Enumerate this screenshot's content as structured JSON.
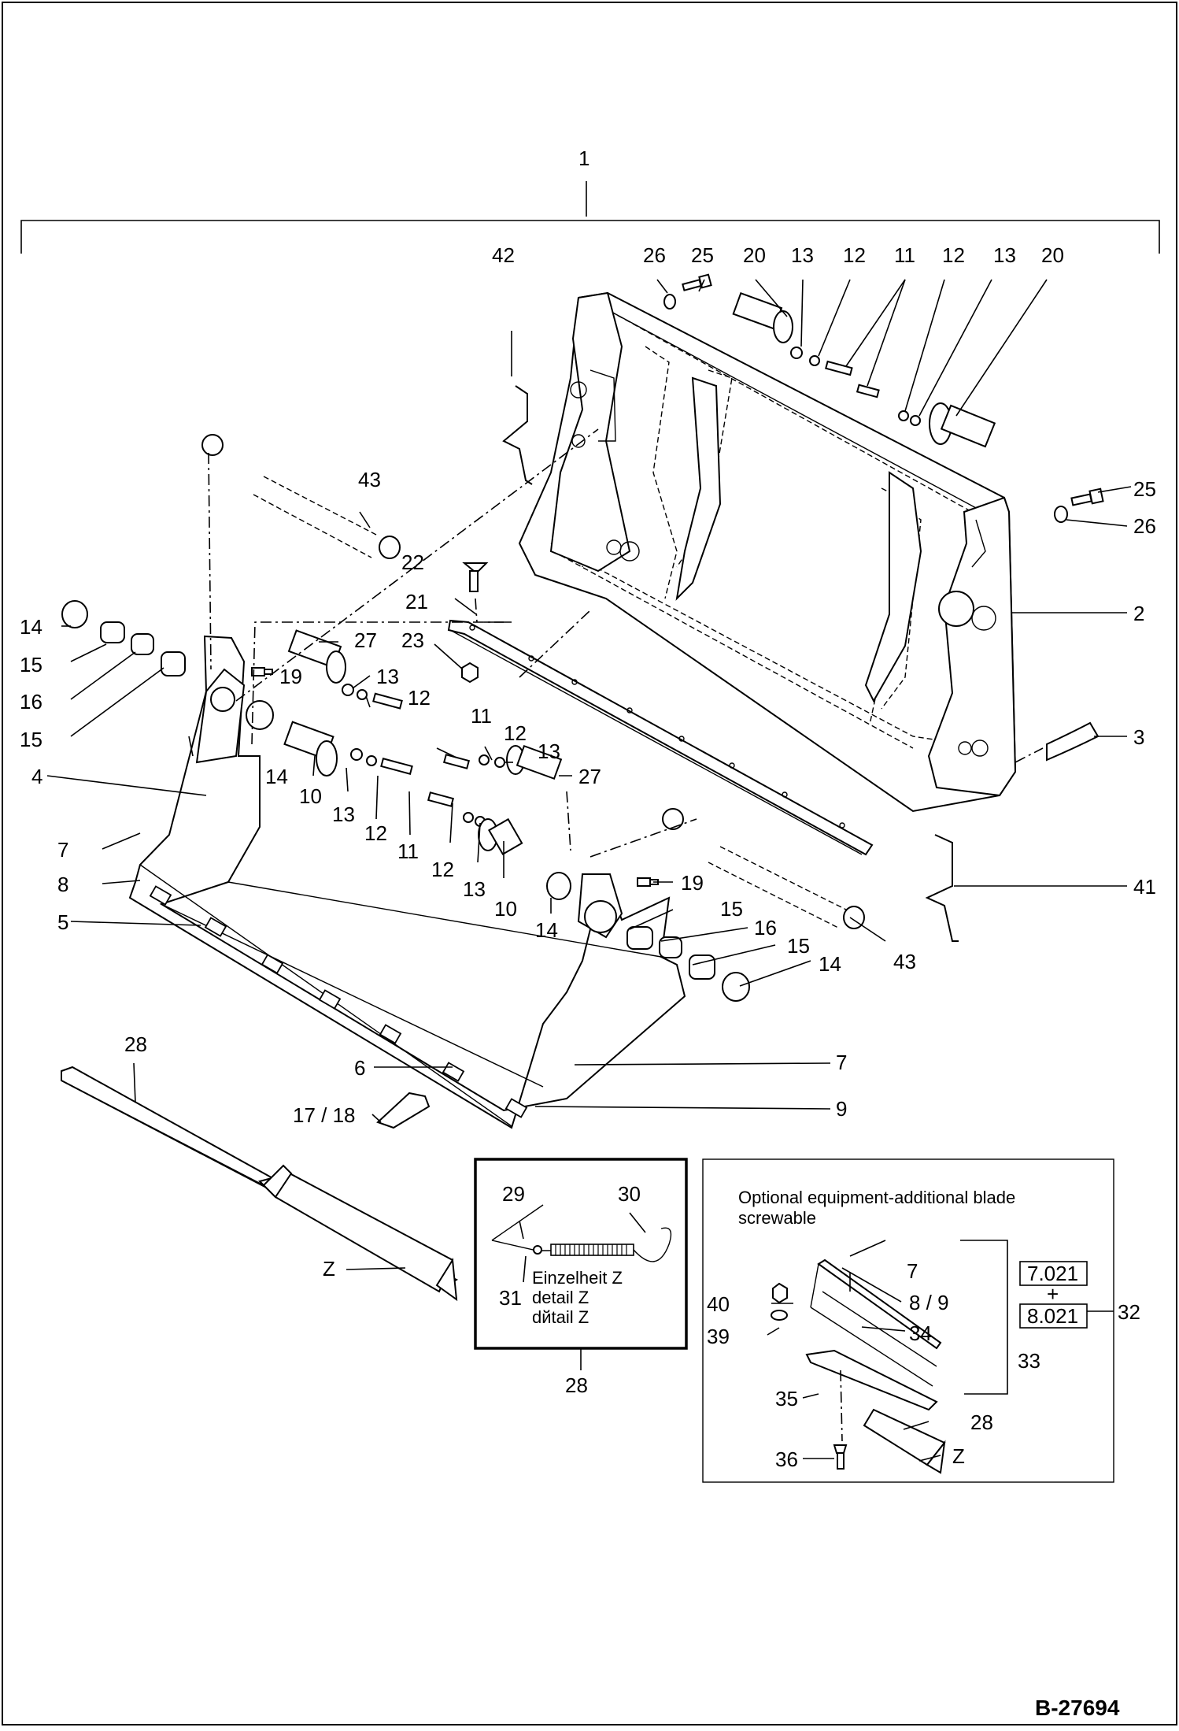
{
  "drawing": {
    "number": "B-27694",
    "callouts": {
      "c1": "1",
      "c42": "42",
      "c26a": "26",
      "c25a": "25",
      "c20a": "20",
      "c13a": "13",
      "c12a": "12",
      "c11a": "11",
      "c12b": "12",
      "c13b": "13",
      "c20b": "20",
      "c25b": "25",
      "c26b": "26",
      "c2": "2",
      "c3": "3",
      "c41": "41",
      "c43a": "43",
      "c43b": "43",
      "c22": "22",
      "c21": "21",
      "c23": "23",
      "c14a": "14",
      "c15a": "15",
      "c16a": "16",
      "c15b": "15",
      "c27a": "27",
      "c19a": "19",
      "c13c": "13",
      "c12c": "12",
      "c11b": "11",
      "c12d": "12",
      "c13d": "13",
      "c27b": "27",
      "c4": "4",
      "c14b": "14",
      "c10a": "10",
      "c13e": "13",
      "c12e": "12",
      "c11c": "11",
      "c12f": "12",
      "c13f": "13",
      "c10b": "10",
      "c7a": "7",
      "c8a": "8",
      "c5": "5",
      "c19b": "19",
      "c15c": "15",
      "c16b": "16",
      "c15d": "15",
      "c14c": "14",
      "c14d": "14",
      "c28a": "28",
      "c6": "6",
      "c7b": "7",
      "c1718": "17 / 18",
      "c9": "9",
      "cZa": "Z"
    }
  },
  "detail_box": {
    "c29": "29",
    "c30": "30",
    "c31": "31",
    "text_de": "Einzelheit Z",
    "text_en": "detail Z",
    "text_cs": "dйtail Z",
    "c28": "28"
  },
  "optional_box": {
    "title_line1": "Optional equipment-additional blade",
    "title_line2": "screwable",
    "c7": "7",
    "c89": "8 / 9",
    "c34": "34",
    "c40": "40",
    "c39": "39",
    "c33": "33",
    "c35": "35",
    "c28": "28",
    "cZ": "Z",
    "c36": "36",
    "c32": "32",
    "ref_top": "7.021",
    "plus": "+",
    "ref_bottom": "8.021"
  }
}
